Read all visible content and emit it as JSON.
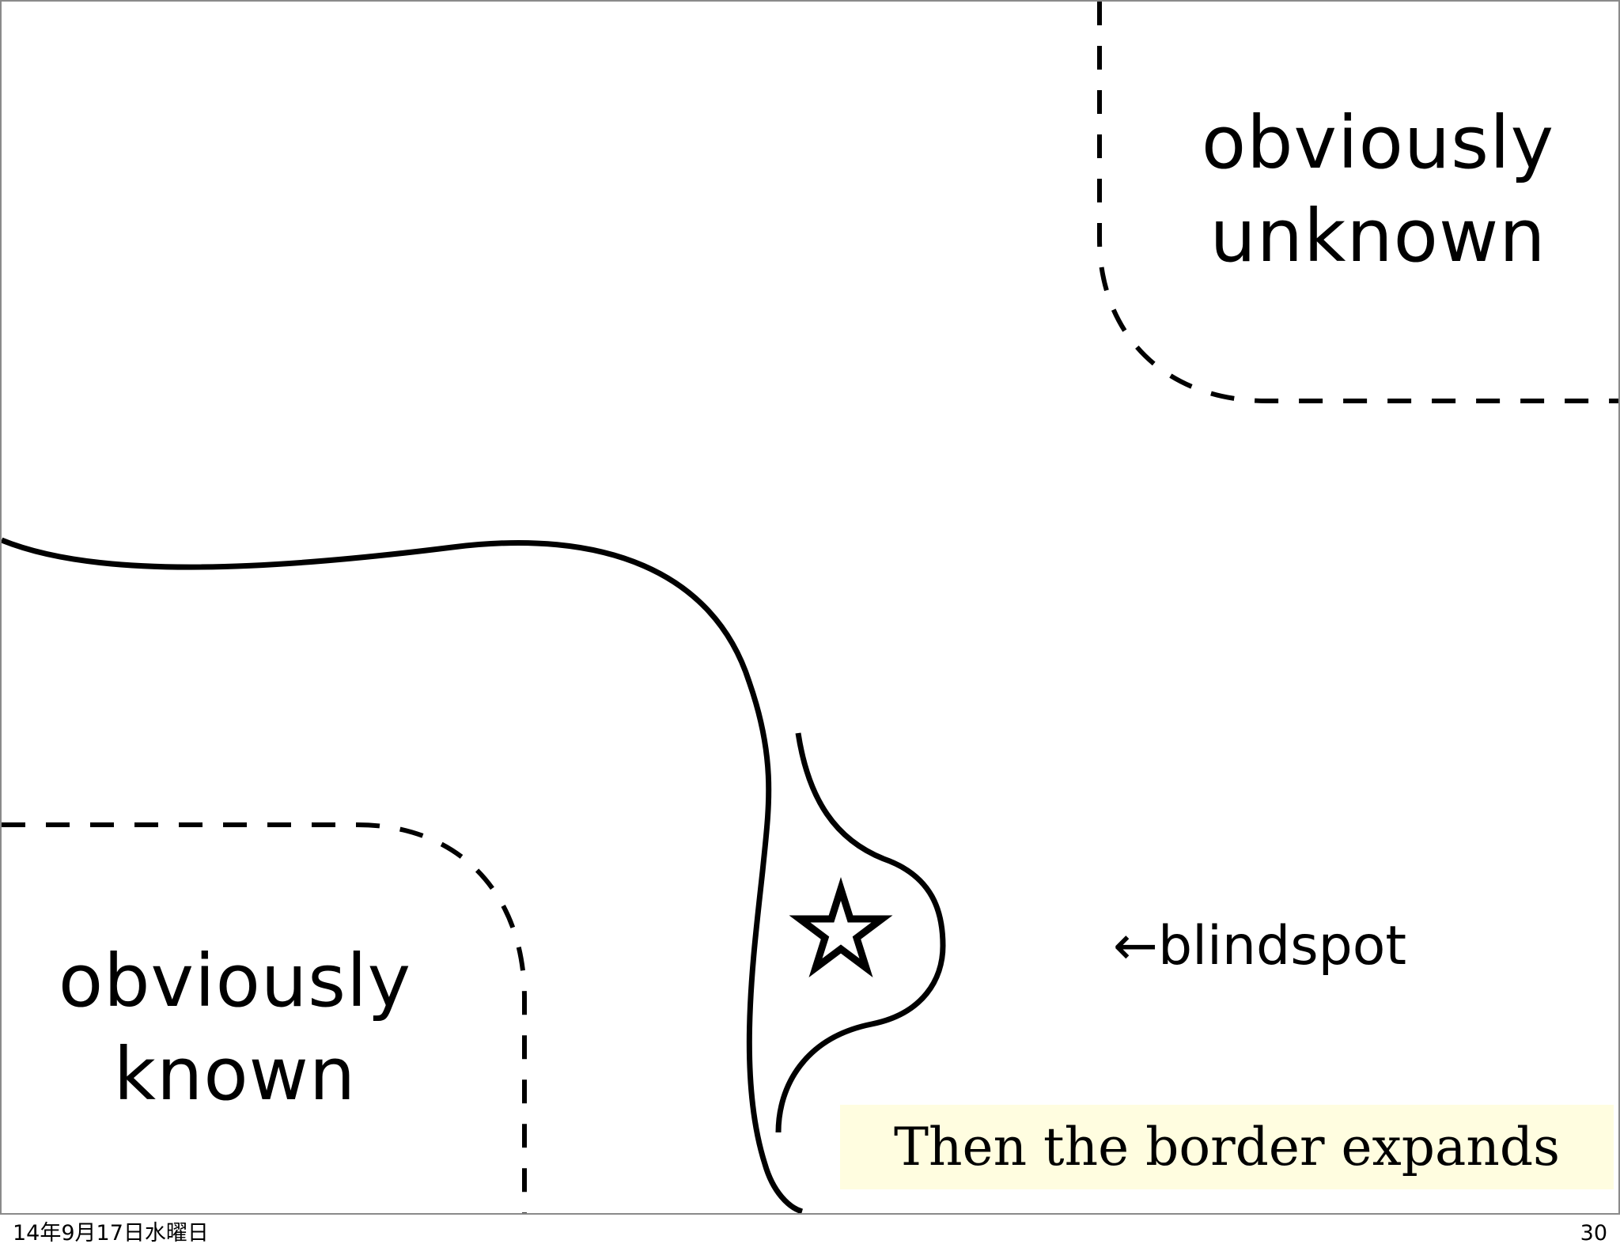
{
  "slide": {
    "region_top_right": "obviously\nunknown",
    "region_bottom_left": "obviously\nknown",
    "blindspot_label": "←blindspot",
    "caption": "Then the border expands"
  },
  "footer": {
    "date": "14年9月17日水曜日",
    "page_number": "30"
  },
  "colors": {
    "stroke": "#000000",
    "caption_background": "#fffde0",
    "slide_border": "#8a8a8a"
  },
  "icons": {
    "marker": "star-icon"
  }
}
